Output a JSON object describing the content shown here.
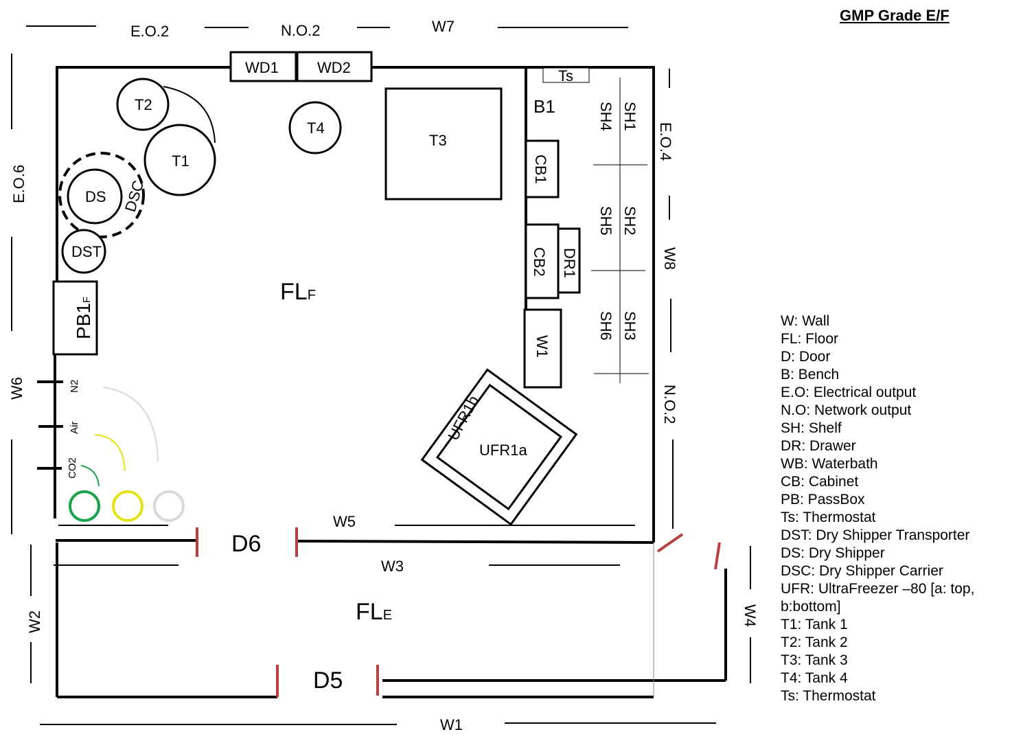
{
  "title": "GMP Grade E/F",
  "walls": {
    "w1": "W1",
    "w2": "W2",
    "w3": "W3",
    "w4": "W4",
    "w5": "W5",
    "w6": "W6",
    "w7": "W7",
    "w8": "W8"
  },
  "outputs": {
    "eo2": "E.O.2",
    "no2_top": "N.O.2",
    "eo4": "E.O.4",
    "eo6": "E.O.6",
    "no2_right": "N.O.2"
  },
  "doors": {
    "d5": "D5",
    "d6": "D6",
    "wd1": "WD1",
    "wd2": "WD2"
  },
  "floors": {
    "flf_main": "FL",
    "flf_sub": "F",
    "fle_main": "FL",
    "fle_sub": "E"
  },
  "equipment": {
    "t1": "T1",
    "t2": "T2",
    "t3": "T3",
    "t4": "T4",
    "ds": "DS",
    "dsc": "DSC",
    "dst": "DST",
    "pb1_main": "PB1",
    "pb1_sub": "F",
    "b1": "B1",
    "ts": "Ts",
    "cb1": "CB1",
    "cb2": "CB2",
    "dr1": "DR1",
    "w1_bath": "W1",
    "sh1": "SH1",
    "sh2": "SH2",
    "sh3": "SH3",
    "sh4": "SH4",
    "sh5": "SH5",
    "sh6": "SH6",
    "ufr1a": "UFR1a",
    "ufr1b": "UFR1b"
  },
  "gases": {
    "n2": "N2",
    "air": "Air",
    "co2": "CO2"
  },
  "gas_colors": {
    "n2": "#d9d9d9",
    "air": "#e3e318",
    "co2": "#1aa34a"
  },
  "door_color": "#b84040",
  "legend": [
    "W: Wall",
    "FL: Floor",
    "D: Door",
    "B: Bench",
    "E.O: Electrical output",
    "N.O: Network output",
    "SH: Shelf",
    "DR: Drawer",
    "WB: Waterbath",
    "CB: Cabinet",
    "PB: PassBox",
    "Ts: Thermostat",
    "DST: Dry Shipper Transporter",
    "DS: Dry Shipper",
    "DSC: Dry Shipper Carrier",
    "UFR: UltraFreezer –80 [a: top,\nb:bottom]",
    "T1: Tank 1",
    "T2: Tank 2",
    "T3: Tank 3",
    "T4: Tank 4",
    "Ts: Thermostat"
  ]
}
